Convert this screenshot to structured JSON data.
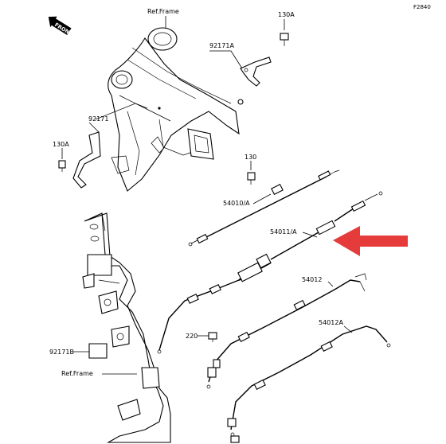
{
  "diagram_code": "F2840",
  "front_label": "FRONT",
  "labels": {
    "ref_frame_top": "Ref.Frame",
    "ref_frame_bottom": "Ref.Frame",
    "p130A_top": "130A",
    "p92171A": "92171A",
    "p92171": "92171",
    "p130A_left": "130A",
    "p130": "130",
    "p54010A": "54010/A",
    "p54011A": "54011/A",
    "p54012": "54012",
    "p54012A": "54012A",
    "p220": "220",
    "p92171B": "92171B"
  },
  "colors": {
    "arrow": "#e53b3b",
    "line": "#000000"
  }
}
